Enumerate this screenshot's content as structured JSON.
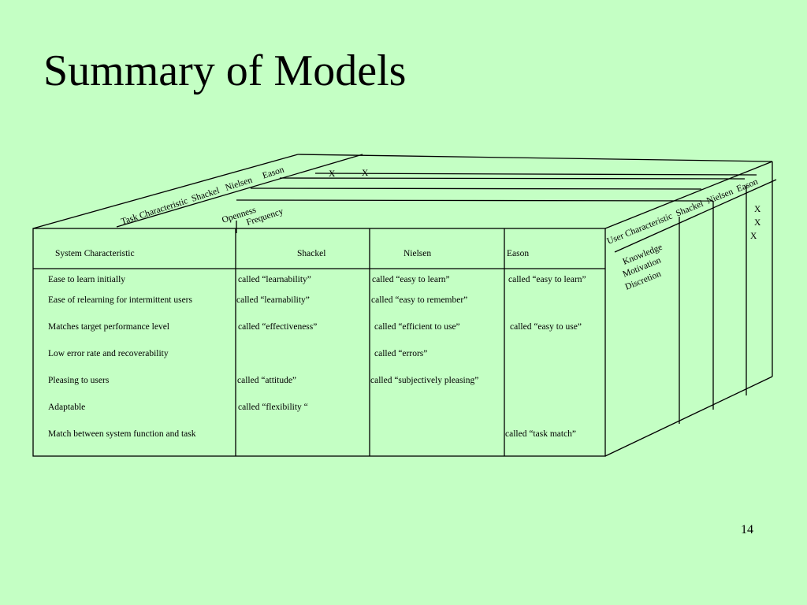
{
  "title": "Summary of Models",
  "page_number": "14",
  "task_panel": {
    "header": "Task Characteristic  Shackel   Nielsen     Eason",
    "rows": [
      "Openness",
      "Frequency"
    ],
    "marks": [
      "X",
      "X"
    ]
  },
  "user_panel": {
    "header": "User Characteristic  Shackel  Nielsen  Eason",
    "rows": [
      "Knowledge",
      "Motivation",
      "Discretion"
    ],
    "marks": [
      "X",
      "X",
      "X"
    ]
  },
  "system_table": {
    "columns": [
      "System Characteristic",
      "Shackel",
      "Nielsen",
      "Eason"
    ],
    "rows": [
      [
        "Ease to learn initially",
        "called “learnability”",
        "called “easy to learn”",
        "called “easy to learn”"
      ],
      [
        "Ease of relearning for intermittent users",
        "called “learnability”",
        "called “easy to remember”",
        ""
      ],
      [
        "Matches target performance level",
        "called “effectiveness”",
        "called “efficient to use”",
        "called “easy to use”"
      ],
      [
        "Low error rate and recoverability",
        "",
        "called “errors”",
        ""
      ],
      [
        "Pleasing to users",
        "called “attitude”",
        "called “subjectively pleasing”",
        ""
      ],
      [
        "Adaptable",
        "called “flexibility “",
        "",
        ""
      ],
      [
        "Match between system function and task",
        "",
        "",
        "called “task match”"
      ]
    ]
  }
}
